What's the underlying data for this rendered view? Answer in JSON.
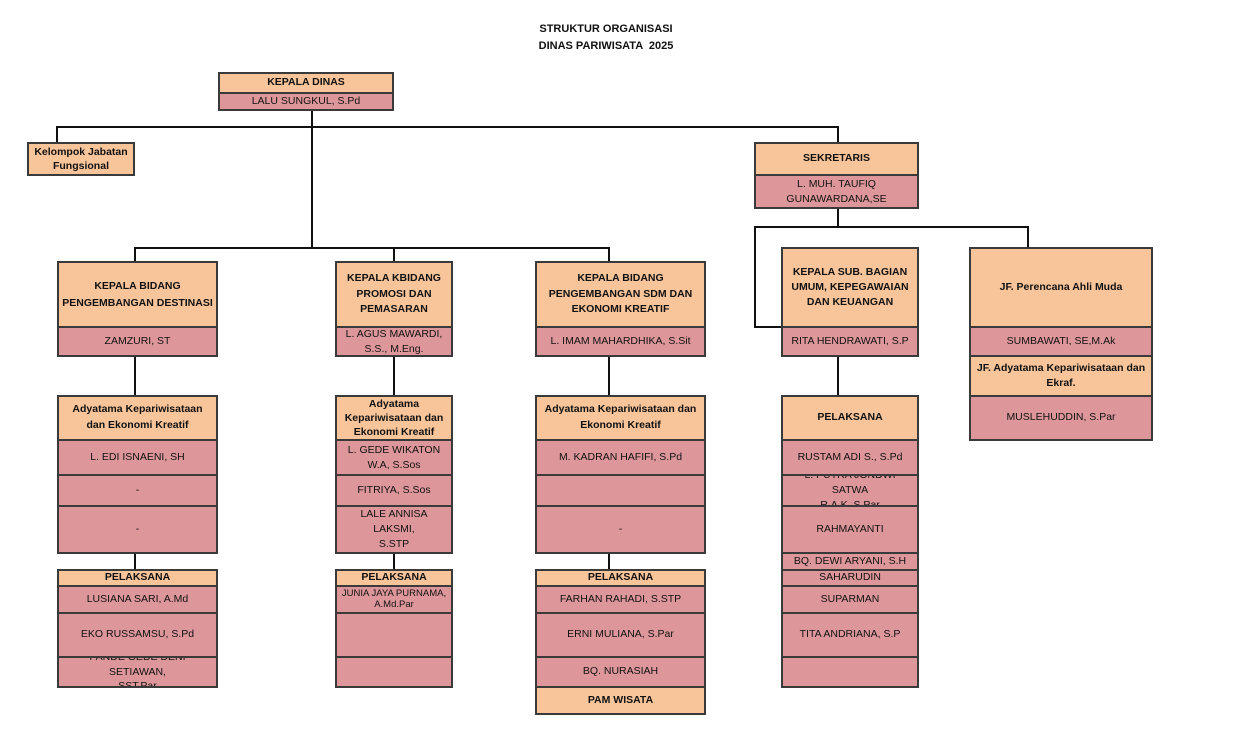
{
  "title_line1": "STRUKTUR ORGANISASI",
  "title_line2": "DINAS PARIWISATA  2025",
  "kepala": {
    "title": "KEPALA DINAS",
    "name": "LALU SUNGKUL, S.Pd"
  },
  "fungsional": {
    "title": "Kelompok Jabatan\nFungsional"
  },
  "sekretaris": {
    "title": "SEKRETARIS",
    "name": "L. MUH. TAUFIQ\nGUNAWARDANA,SE"
  },
  "kasubag": {
    "title": "KEPALA SUB. BAGIAN\nUMUM, KEPEGAWAIAN\nDAN KEUANGAN",
    "name": "RITA HENDRAWATI, S.P"
  },
  "jf_perencana": {
    "title": "JF. Perencana Ahli Muda",
    "name": "SUMBAWATI, SE,M.Ak"
  },
  "jf_adyatama": {
    "title": "JF. Adyatama Kepariwisataan dan\nEkraf.",
    "name": "MUSLEHUDDIN, S.Par"
  },
  "destinasi": {
    "title": "KEPALA BIDANG\nPENGEMBANGAN DESTINASI",
    "name": "ZAMZURI, ST",
    "ady_title": "Adyatama Kepariwisataan\ndan Ekonomi Kreatif",
    "ady_names": [
      "L. EDI ISNAENI, SH",
      "-",
      "-"
    ],
    "pel_title": "PELAKSANA",
    "pel_names": [
      "LUSIANA SARI, A.Md",
      "EKO RUSSAMSU, S.Pd",
      "PANDE GEDE DENI SETIAWAN,\nSST.Par"
    ]
  },
  "promosi": {
    "title": "KEPALA KBIDANG\nPROMOSI DAN\nPEMASARAN",
    "name": "L. AGUS MAWARDI,\nS.S., M.Eng.",
    "ady_title": "Adyatama\nKepariwisataan dan\nEkonomi Kreatif",
    "ady_names": [
      "L. GEDE WIKATON\nW.A, S.Sos",
      "FITRIYA, S.Sos",
      "LALE ANNISA LAKSMI,\nS.STP"
    ],
    "pel_title": "PELAKSANA",
    "pel_names": [
      "JUNIA JAYA PURNAMA,\nA.Md.Par",
      "",
      ""
    ]
  },
  "sdm": {
    "title": "KEPALA BIDANG\nPENGEMBANGAN SDM  DAN\nEKONOMI KREATIF",
    "name": "L. IMAM MAHARDHIKA, S.Sit",
    "ady_title": "Adyatama Kepariwisataan dan\nEkonomi Kreatif",
    "ady_names": [
      "M. KADRAN HAFIFI, S.Pd",
      "",
      "-"
    ],
    "pel_title": "PELAKSANA",
    "pel_names": [
      "FARHAN RAHADI, S.STP",
      "ERNI MULIANA, S.Par",
      "BQ. NURASIAH"
    ],
    "pam_title": "PAM WISATA"
  },
  "umum_pelaksana": {
    "title": "PELAKSANA",
    "names": [
      "RUSTAM ADI S., S.Pd",
      "L. PUTRA JONDWI SATWA\nR.A.K, S.Par",
      "RAHMAYANTI",
      "BQ. DEWI ARYANI, S.H",
      "SAHARUDIN",
      "SUPARMAN",
      "TITA ANDRIANA, S.P",
      ""
    ]
  },
  "colors": {
    "header": "#f8c49a",
    "name": "#dd979a",
    "border": "#3a3a3a",
    "line": "#111111"
  }
}
